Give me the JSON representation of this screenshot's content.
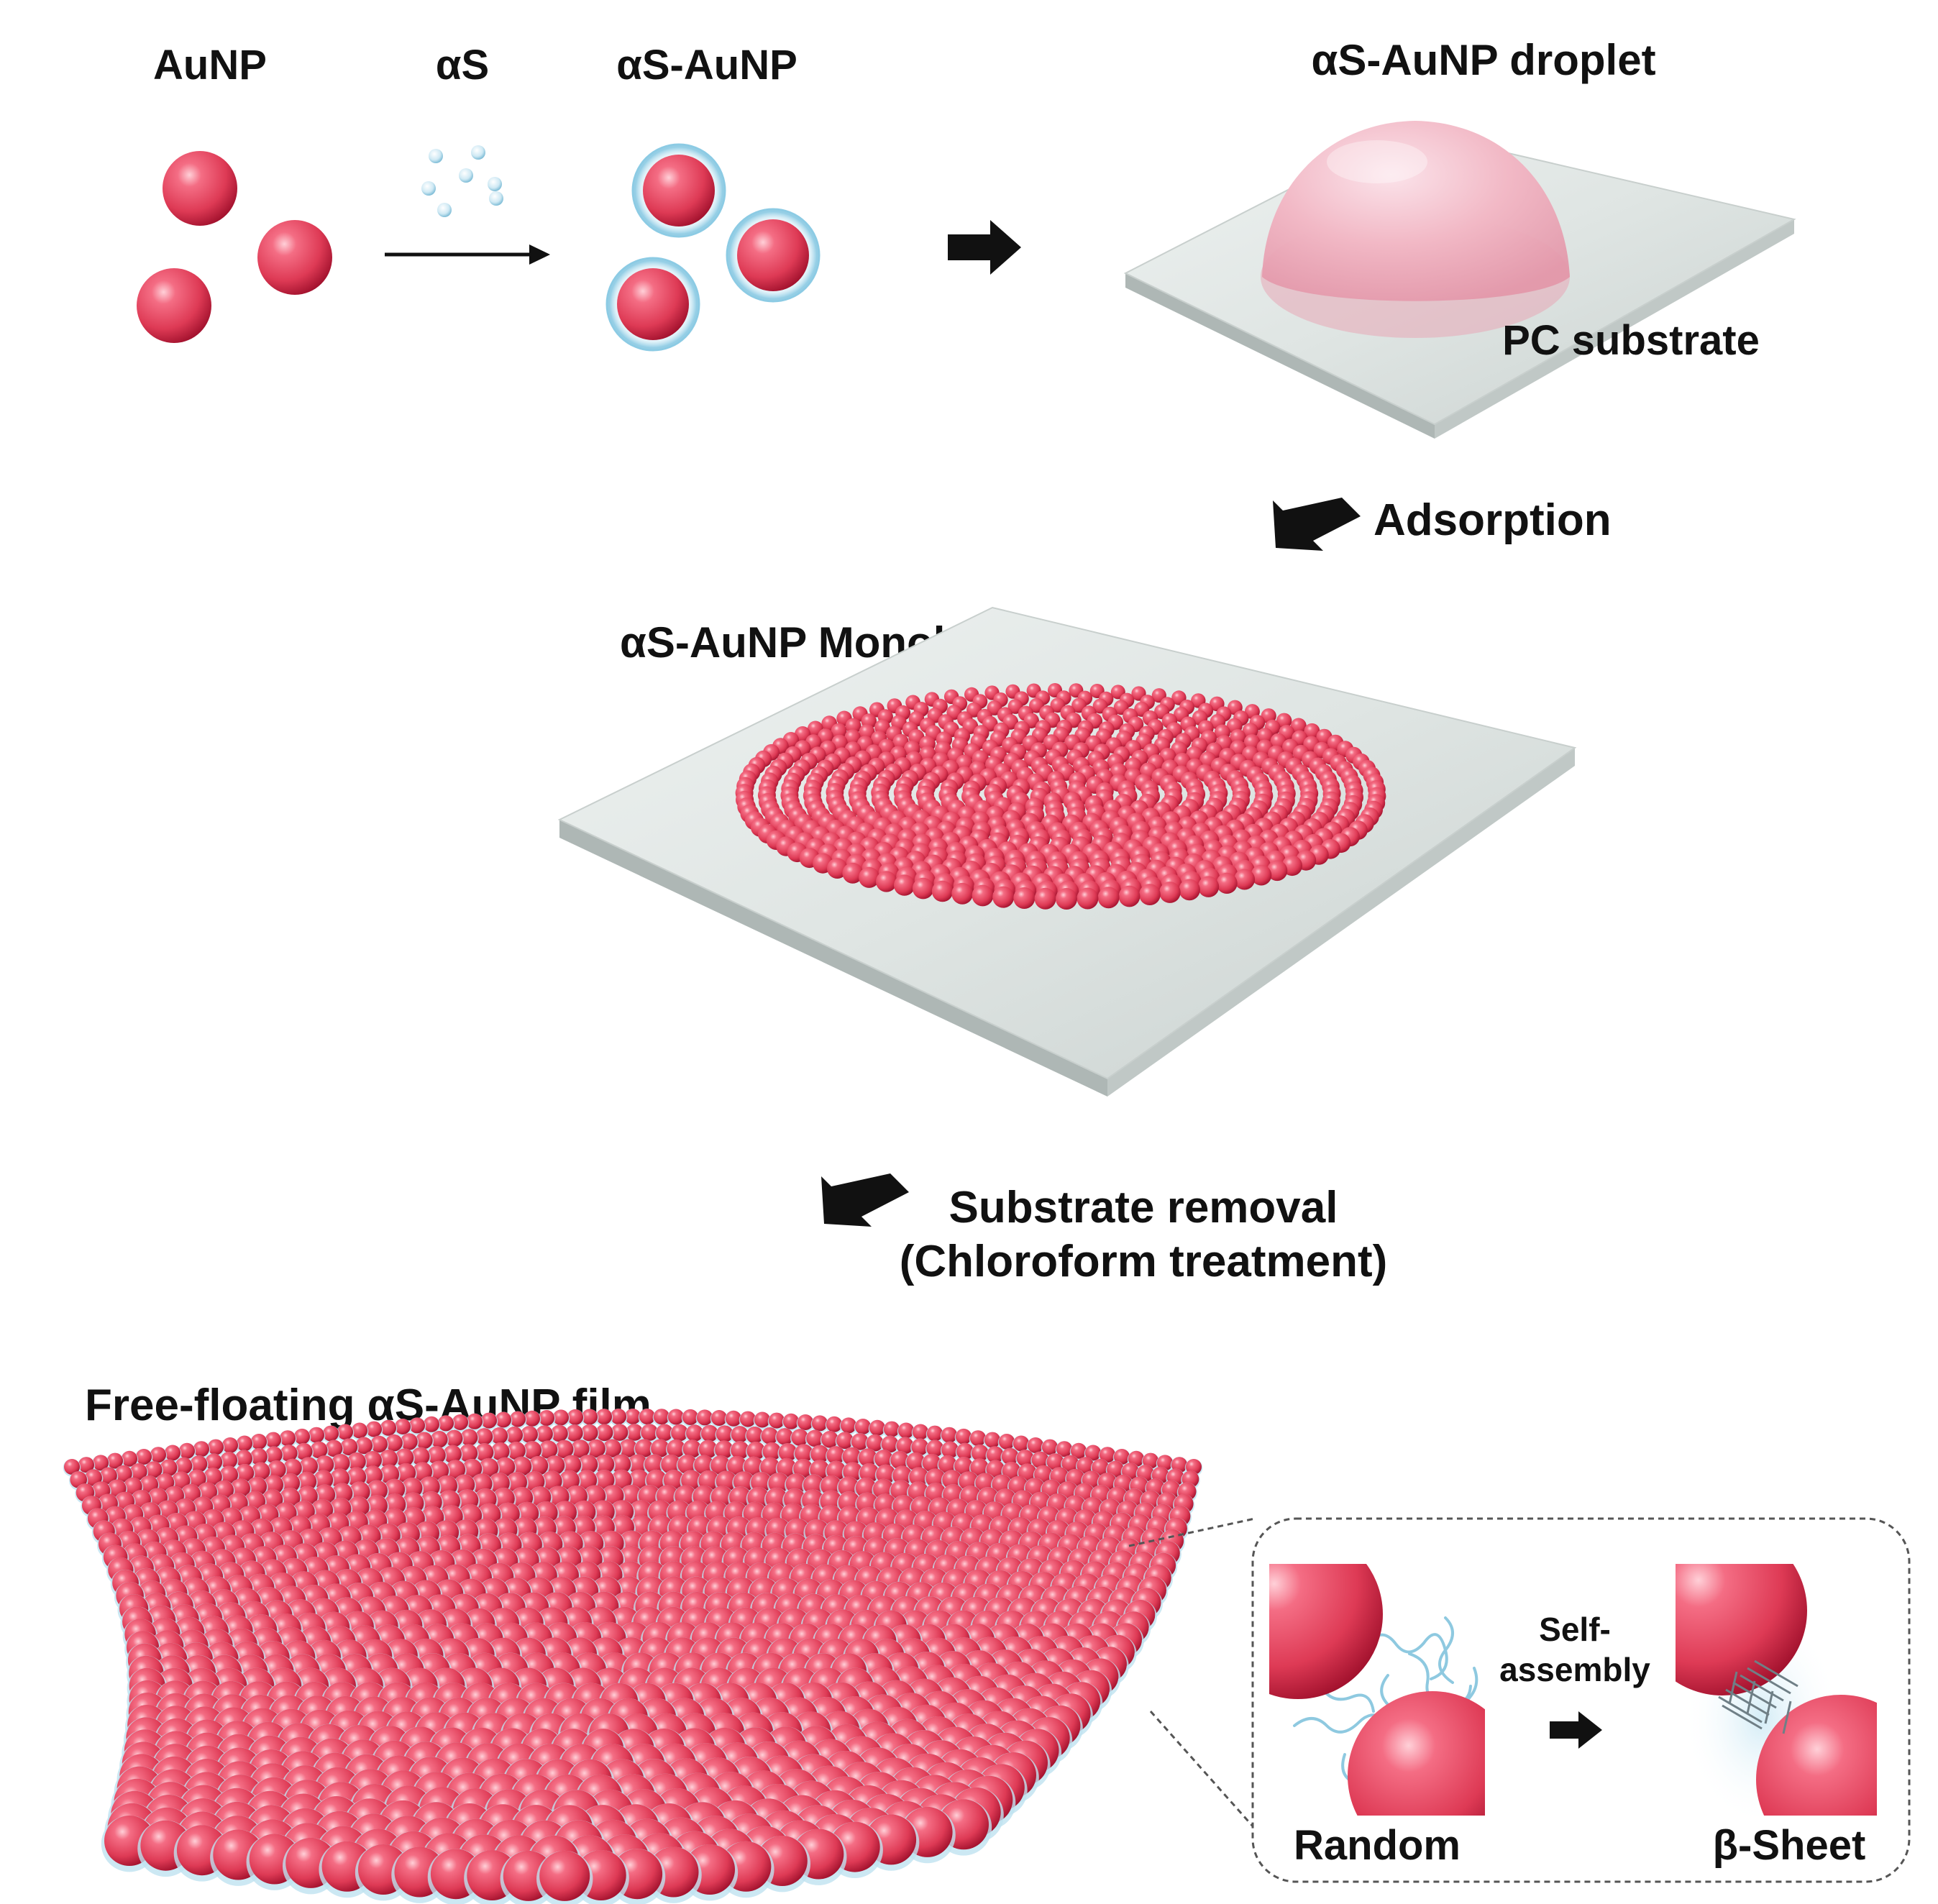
{
  "labels": {
    "aunp": "AuNP",
    "alpha_s": "αS",
    "as_aunp": "αS-AuNP",
    "droplet": "αS-AuNP droplet",
    "pc_substrate": "PC substrate",
    "adsorption": "Adsorption",
    "monolayer": "αS-AuNP Monolayer",
    "substrate_removal_line1": "Substrate removal",
    "substrate_removal_line2": "(Chloroform treatment)",
    "film": "Free-floating αS-AuNP film",
    "self_assembly_line1": "Self-",
    "self_assembly_line2": "assembly",
    "random": "Random",
    "beta_sheet": "β-Sheet"
  },
  "colors": {
    "particle": "#e8455f",
    "particle_dark": "#a3122e",
    "particle_highlight": "#ffd0d8",
    "protein_shell": "#9fd4ea",
    "substrate_top": "#dfe5e3",
    "substrate_edge": "#b3bcba",
    "droplet": "#f2b9c6",
    "arrow": "#111111"
  },
  "icons": {
    "process_arrow": "arrow-right-icon",
    "step_arrow": "arrow-down-left-icon"
  }
}
